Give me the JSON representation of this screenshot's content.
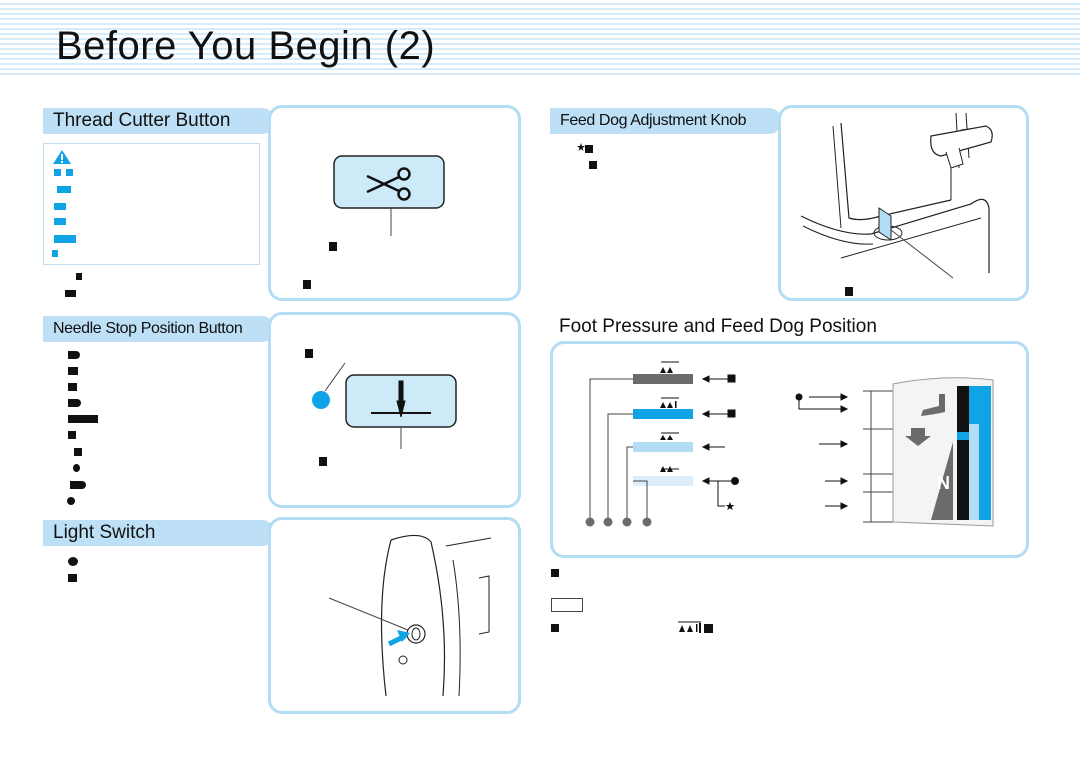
{
  "page": {
    "title": "Before You Begin (2)"
  },
  "sections": {
    "thread_cutter": {
      "heading": "Thread Cutter Button"
    },
    "needle_stop": {
      "heading": "Needle Stop Position Button"
    },
    "light_switch": {
      "heading": "Light Switch"
    },
    "feed_dog_knob": {
      "heading": "Feed Dog Adjustment Knob"
    },
    "foot_pressure": {
      "heading": "Foot Pressure and Feed Dog Position",
      "scale_letter": "N"
    }
  },
  "colors": {
    "accent_blue": "#10a4e6",
    "tab_blue": "#bde0f6",
    "panel_border": "#b3dcf5",
    "dark_bar": "#6b6b6b"
  },
  "icons": [
    "warning-icon",
    "scissors-icon",
    "needle-icon",
    "arrow-icon",
    "star-icon"
  ]
}
